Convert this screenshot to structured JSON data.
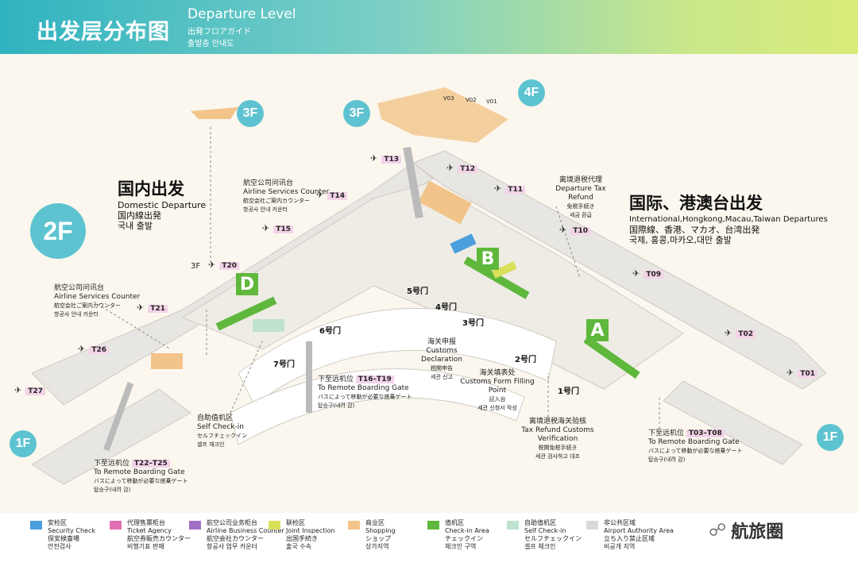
{
  "header": {
    "title": "出发层分布图",
    "title_en": "Departure  Level",
    "title_ja": "出発フロアガイド",
    "title_ko": "출발층 안내도"
  },
  "floors": {
    "f3_left": "3F",
    "f3_center": "3F",
    "f4": "4F",
    "f2": "2F",
    "f1_left": "1F",
    "f1_right": "1F",
    "f3_side": "3F"
  },
  "domestic": {
    "zh": "国内出发",
    "en": "Domestic Departure",
    "ja": "国内線出発",
    "ko": "국내 출발"
  },
  "international": {
    "zh": "国际、港澳台出发",
    "en": "International,Hongkong,Macau,Taiwan Departures",
    "ja": "国際線、香港、マカオ、台湾出発",
    "ko": "국제, 홍콩,마카오,대만 출발"
  },
  "labels": {
    "airline_1": {
      "zh": "航空公司问讯台",
      "en": "Airline Services Counter",
      "ja": "航空会社ご案内カウンター",
      "ko": "항공사 안내 카운터"
    },
    "airline_2": {
      "zh": "航空公司问讯台",
      "en": "Airline Services Counter",
      "ja": "航空会社ご案内カウンター",
      "ko": "항공사 안내 카운터"
    },
    "tax_refund": {
      "zh": "离境退税代理",
      "en": "Departure Tax Refund",
      "ja": "免税手続き",
      "ko": "세금 환급"
    },
    "customs_decl": {
      "zh": "海关申报",
      "en": "Customs Declaration",
      "ja": "税関申告",
      "ko": "세관 신고"
    },
    "customs_form": {
      "zh": "海关填表处",
      "en": "Customs Form Filling Point",
      "ja": "記入台",
      "ko": "세관 신청서 작성"
    },
    "tax_verify": {
      "zh": "离境退税海关验核",
      "en": "Tax Refund Customs Verification",
      "ja": "税関免税手続き",
      "ko": "세관 검사하고 대조"
    },
    "self_checkin": {
      "zh": "自助值机区",
      "en": "Self Check-in",
      "ja": "セルフチェックイン",
      "ko": "셀프 체크인"
    },
    "remote_a": {
      "zh": "下至远机位",
      "gates": "T16–T19",
      "en": "To Remote Boarding Gate",
      "ja": "バスによって移動が必要な搭乗ゲート",
      "ko": "탑승구(내려 감)"
    },
    "remote_b": {
      "zh": "下至远机位",
      "gates": "T22–T25",
      "en": "To Remote Boarding Gate",
      "ja": "バスによって移動が必要な搭乗ゲート",
      "ko": "탑승구(내려 감)"
    },
    "remote_c": {
      "zh": "下至远机位",
      "gates": "T03–T08",
      "en": "To Remote Boarding Gate",
      "ja": "バスによって移動が必要な搭乗ゲート",
      "ko": "탑승구(내려 감)"
    }
  },
  "areas": {
    "A": "A",
    "B": "B",
    "D": "D"
  },
  "gates": [
    "T13",
    "T12",
    "T11",
    "T14",
    "T15",
    "T10",
    "T20",
    "T09",
    "T21",
    "T02",
    "T26",
    "T01",
    "T27"
  ],
  "doors": {
    "d1": "1号门",
    "d2": "2号门",
    "d3": "3号门",
    "d4": "4号门",
    "d5": "5号门",
    "d6": "6号门",
    "d7": "7号门"
  },
  "vip": {
    "v03": "V03",
    "v02": "V02",
    "v01": "V01"
  },
  "legend": [
    {
      "zh": "安检区",
      "en": "Security Check",
      "ja": "保安検査場",
      "ko": "안전검사",
      "color": "#4a9fdc"
    },
    {
      "zh": "代理售票柜台",
      "en": "Ticket Agency",
      "ja": "航空券販売カウンター",
      "ko": "비행기표 판매",
      "color": "#e06fb1"
    },
    {
      "zh": "航空公司业务柜台",
      "en": "Airline Business Counter",
      "ja": "航空会社カウンター",
      "ko": "항공사 업무 카운터",
      "color": "#a16fc4"
    },
    {
      "zh": "联检区",
      "en": "Joint Inspection",
      "ja": "出国手続き",
      "ko": "출국 수속",
      "color": "#d9e05a"
    },
    {
      "zh": "商业区",
      "en": "Shopping",
      "ja": "ショップ",
      "ko": "상가지역",
      "color": "#f2c48a"
    },
    {
      "zh": "值机区",
      "en": "Check-in Area",
      "ja": "チェックイン",
      "ko": "체크인 구역",
      "color": "#5fb83c"
    },
    {
      "zh": "自助值机区",
      "en": "Self Check-in",
      "ja": "セルフチェックイン",
      "ko": "셀프 체크인",
      "color": "#bfe3cf"
    },
    {
      "zh": "非公共区域",
      "en": "Airport Authority Area",
      "ja": "立ち入り禁止区域",
      "ko": "비공개 지역",
      "color": "#d9d9d9"
    }
  ],
  "brand": {
    "icon": "wechat-icon",
    "text": "航旅圈"
  },
  "colors": {
    "terminal_floor": "#e8e6e2",
    "walkway": "#ffffff",
    "header_start": "#2fb3c0",
    "header_end": "#d9ec7a",
    "floor_badge": "#5ec3d0"
  }
}
